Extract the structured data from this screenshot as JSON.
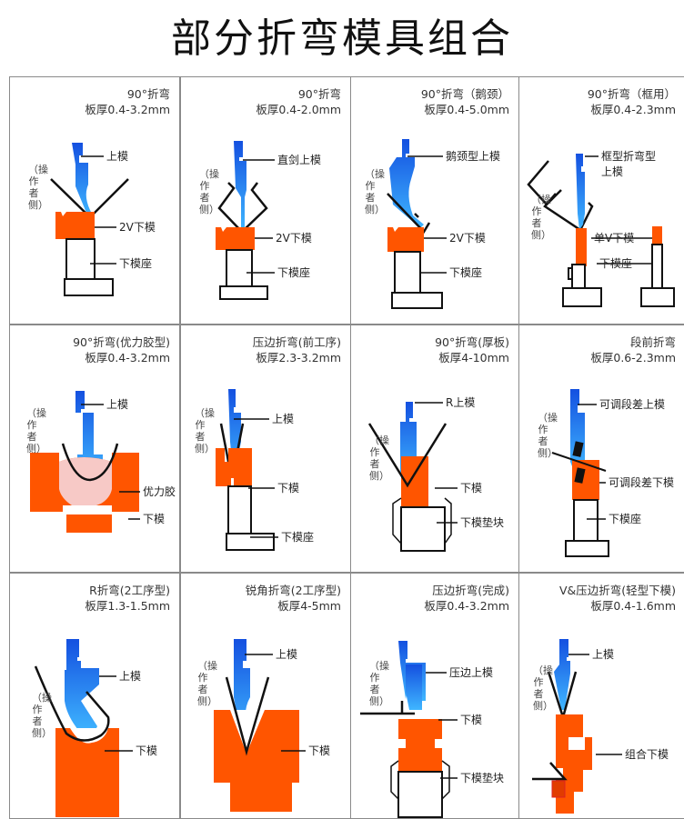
{
  "title": "部分折弯模具组合",
  "operator_side": "（操作者侧）",
  "colors": {
    "upper_die": "#1a6fe8",
    "lower_die": "#ff5500",
    "urethane": "#f7c9c6"
  },
  "cells": [
    {
      "title": "90°折弯",
      "thickness": "板厚0.4-3.2mm",
      "operator": true,
      "labels": [
        "上模",
        "2V下模",
        "下模座"
      ]
    },
    {
      "title": "90°折弯",
      "thickness": "板厚0.4-2.0mm",
      "operator": true,
      "labels": [
        "直剑上模",
        "2V下模",
        "下模座"
      ]
    },
    {
      "title": "90°折弯（鹅颈）",
      "thickness": "板厚0.4-5.0mm",
      "operator": true,
      "labels": [
        "鹅颈型上模",
        "2V下模",
        "下模座"
      ]
    },
    {
      "title": "90°折弯（框用）",
      "thickness": "板厚0.4-2.3mm",
      "operator": true,
      "labels": [
        "框型折弯型",
        "上模",
        "单V下模",
        "下模座"
      ]
    },
    {
      "title": "90°折弯(优力胶型)",
      "thickness": "板厚0.4-3.2mm",
      "operator": true,
      "labels": [
        "上模",
        "优力胶",
        "下模"
      ]
    },
    {
      "title": "压边折弯(前工序)",
      "thickness": "板厚2.3-3.2mm",
      "operator": true,
      "labels": [
        "上模",
        "下模",
        "下模座"
      ]
    },
    {
      "title": "90°折弯(厚板)",
      "thickness": "板厚4-10mm",
      "operator": true,
      "labels": [
        "R上模",
        "下模",
        "下模垫块"
      ]
    },
    {
      "title": "段前折弯",
      "thickness": "板厚0.6-2.3mm",
      "operator": true,
      "labels": [
        "可调段差上模",
        "可调段差下模",
        "下模座"
      ]
    },
    {
      "title": "R折弯(2工序型)",
      "thickness": "板厚1.3-1.5mm",
      "operator": true,
      "labels": [
        "上模",
        "下模"
      ]
    },
    {
      "title": "锐角折弯(2工序型)",
      "thickness": "板厚4-5mm",
      "operator": true,
      "labels": [
        "上模",
        "下模"
      ]
    },
    {
      "title": "压边折弯(完成)",
      "thickness": "板厚0.4-3.2mm",
      "operator": true,
      "labels": [
        "压边上模",
        "下模",
        "下模垫块"
      ]
    },
    {
      "title": "V&压边折弯(轻型下模)",
      "thickness": "板厚0.4-1.6mm",
      "operator": true,
      "labels": [
        "上模",
        "组合下模"
      ]
    }
  ]
}
